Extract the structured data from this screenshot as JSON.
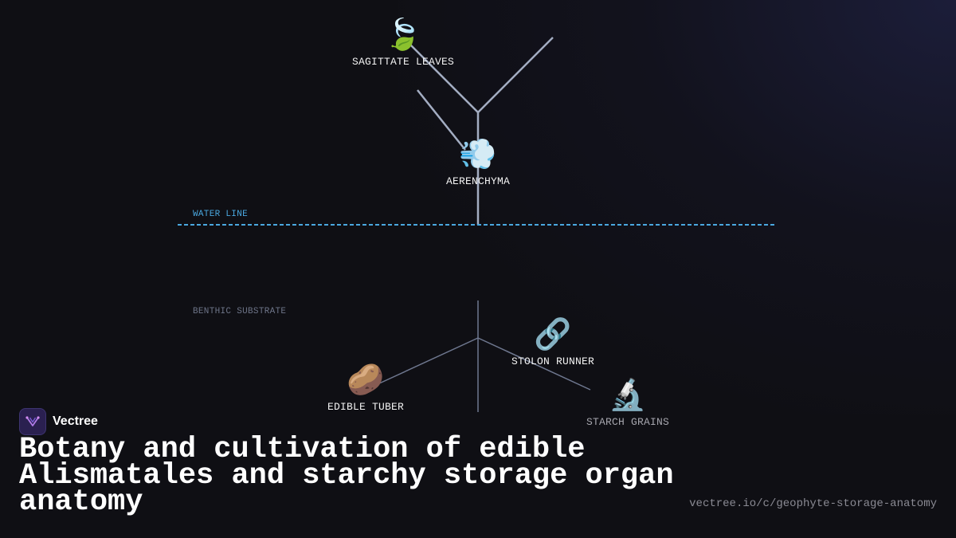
{
  "diagram": {
    "zones": {
      "water_line": "WATER LINE",
      "substrate": "BENTHIC SUBSTRATE"
    },
    "nodes": [
      {
        "id": "leaves",
        "icon": "leaf-icon",
        "emoji": "🍃",
        "label": "SAGITTATE LEAVES"
      },
      {
        "id": "aerenchyma",
        "icon": "wind-icon",
        "emoji": "💨",
        "label": "AERENCHYMA"
      },
      {
        "id": "stolon",
        "icon": "link-icon",
        "emoji": "🔗",
        "label": "STOLON RUNNER"
      },
      {
        "id": "tuber",
        "icon": "potato-icon",
        "emoji": "🥔",
        "label": "EDIBLE TUBER"
      },
      {
        "id": "starch",
        "icon": "microscope-icon",
        "emoji": "🔬",
        "label": "STARCH GRAINS"
      }
    ],
    "colors": {
      "aerial_stem": "#a3adc2",
      "root_stem": "#6f7890",
      "water_line": "#4aa8e0",
      "substrate_label": "#6d7488"
    }
  },
  "brand": {
    "name": "Vectree"
  },
  "title": "Botany and cultivation of edible Alismatales and starchy storage organ anatomy",
  "url": "vectree.io/c/geophyte-storage-anatomy"
}
